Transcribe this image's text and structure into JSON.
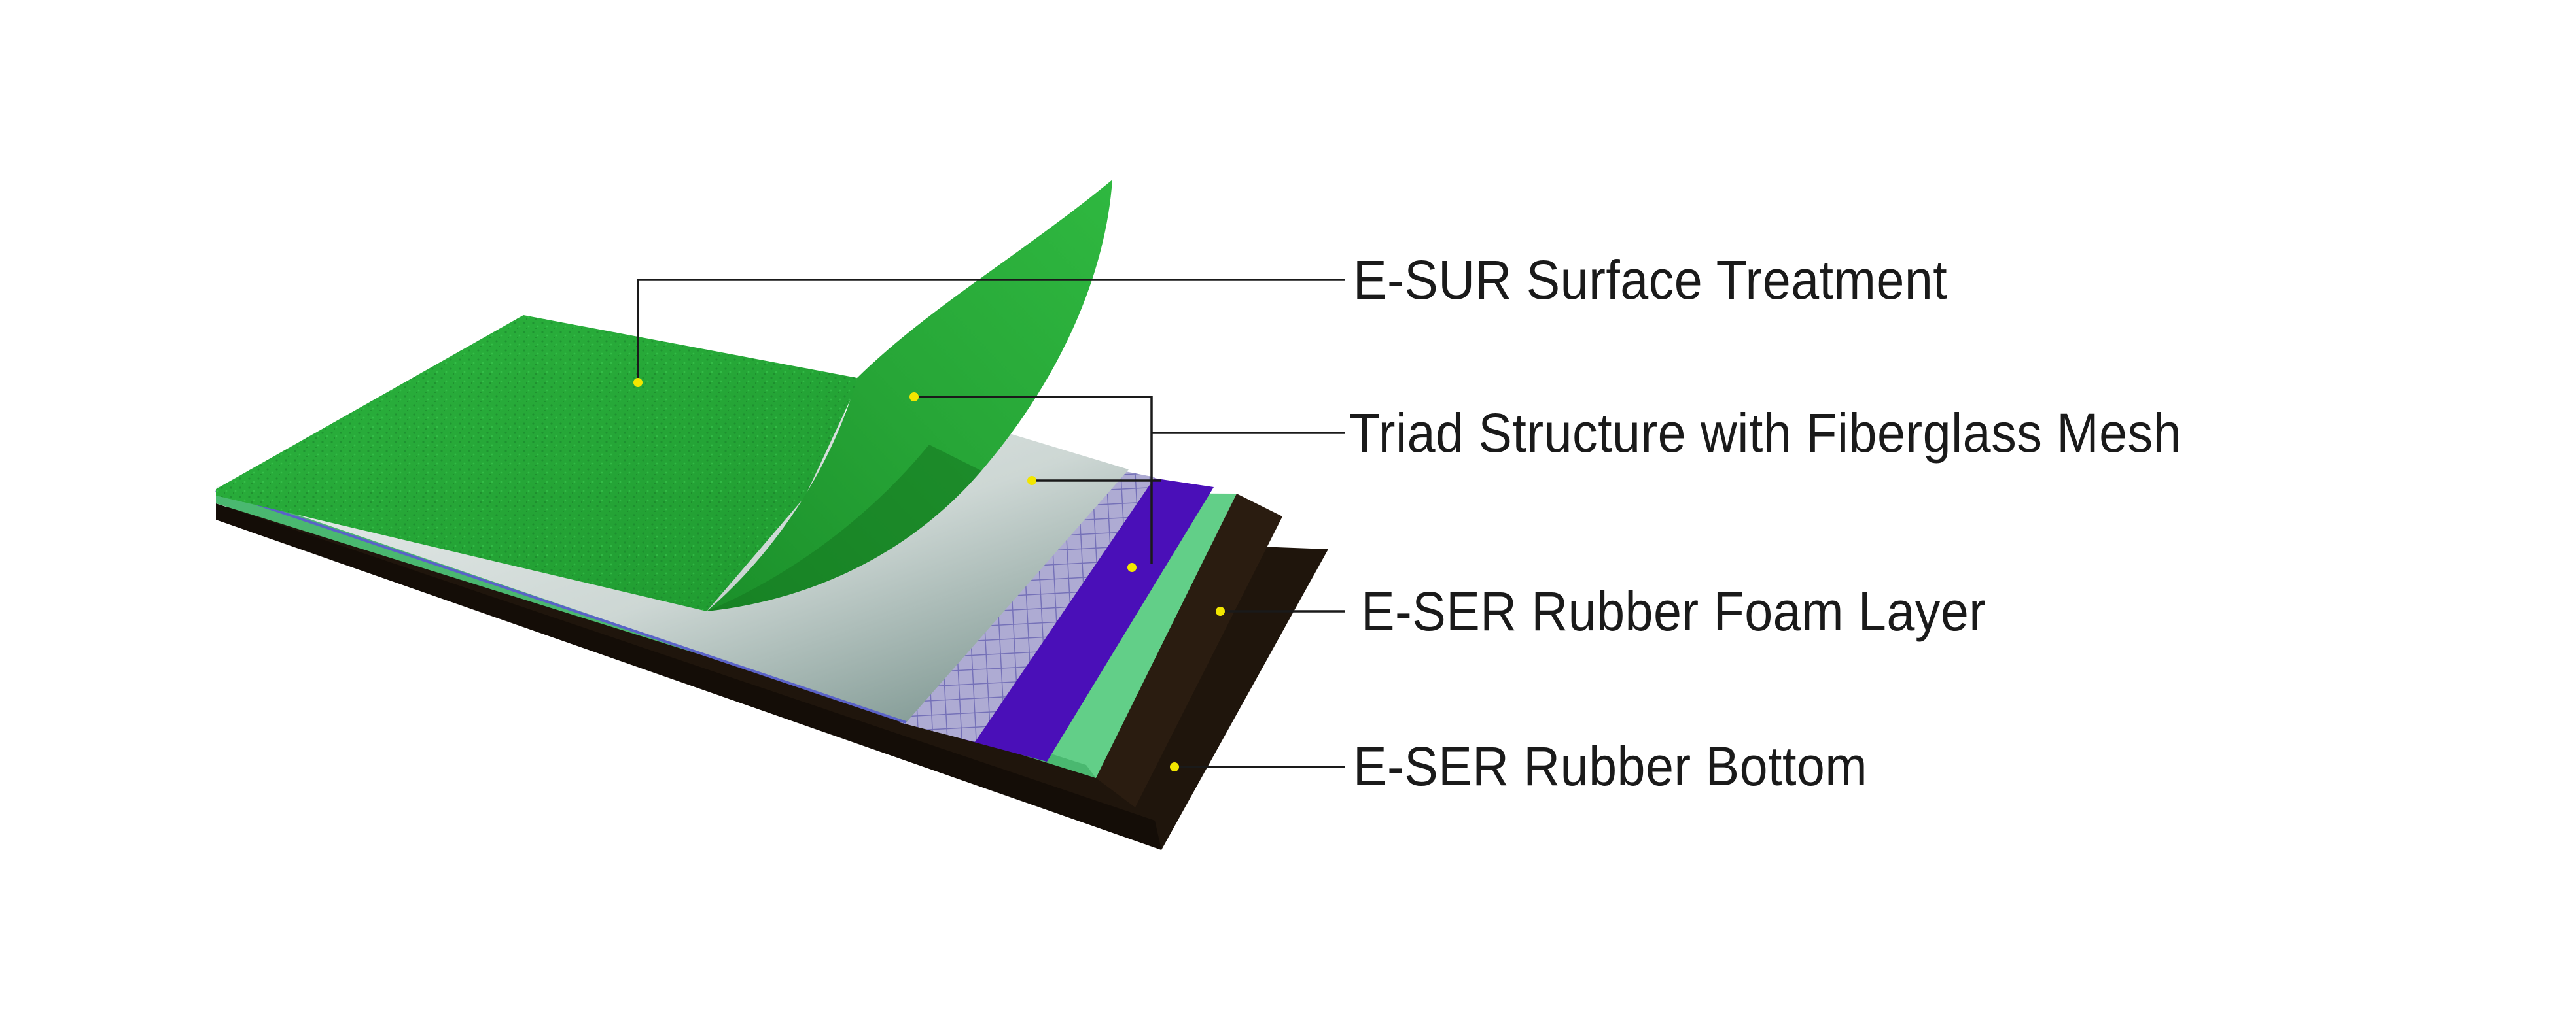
{
  "diagram": {
    "layers": [
      {
        "id": "surface",
        "label": "E-SUR Surface Treatment",
        "color": "#2aa83a"
      },
      {
        "id": "triad",
        "label": "Triad Structure with Fiberglass Mesh",
        "color": "#4a0fb8"
      },
      {
        "id": "foam",
        "label": "E-SER Rubber Foam Layer",
        "color": "#5fce86"
      },
      {
        "id": "bottom",
        "label": "E-SER Rubber Bottom",
        "color": "#1e140c"
      }
    ],
    "colors": {
      "surface_green": "#24a433",
      "surface_green_dark": "#1c8a2a",
      "mesh_purple": "#5a1fc8",
      "mesh_grid": "#9a98c8",
      "foam_green": "#62cf88",
      "bottom_brown": "#1f150c",
      "film_grey": "#cfd6d4",
      "leader_line": "#1a1a1a",
      "anchor_dot": "#f2e600"
    }
  }
}
